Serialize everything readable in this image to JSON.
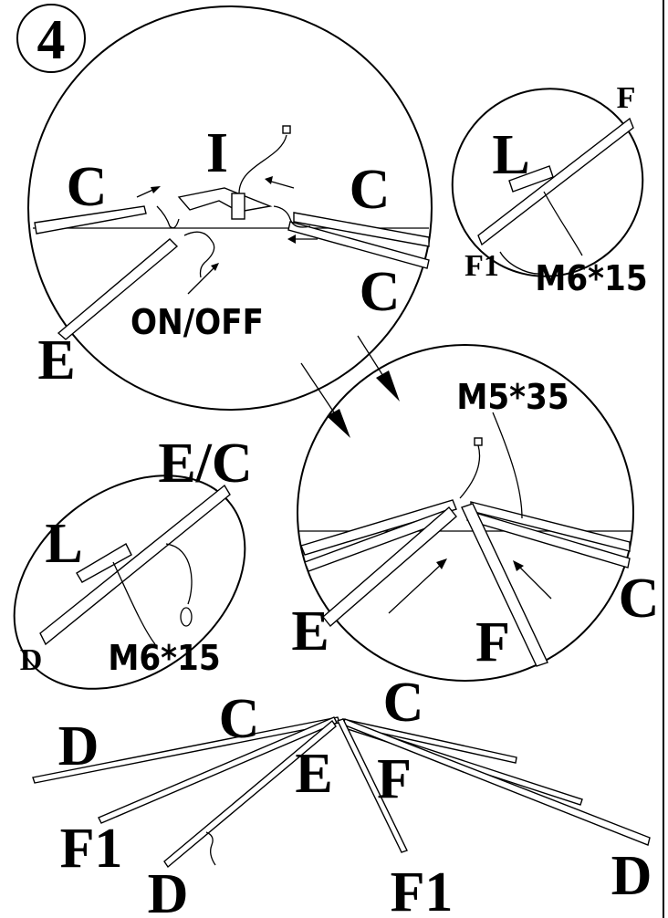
{
  "step": {
    "number": "4"
  },
  "top_circle": {
    "labels": {
      "c_left": "C",
      "c_right": "C",
      "c_lower_right": "C",
      "i": "I",
      "e": "E",
      "switch": "ON/OFF"
    }
  },
  "top_right_ellipse": {
    "labels": {
      "f": "F",
      "l": "L",
      "f1": "F1",
      "screw": "M6*15"
    }
  },
  "middle_left_ellipse": {
    "labels": {
      "ec": "E/C",
      "l": "L",
      "d": "D",
      "screw": "M6*15"
    }
  },
  "middle_right_circle": {
    "labels": {
      "screw": "M5*35",
      "e": "E",
      "f": "F",
      "c": "C"
    }
  },
  "bottom_assembly": {
    "labels": {
      "d_left": "D",
      "c_left": "C",
      "c_right": "C",
      "e": "E",
      "f": "F",
      "f1_left": "F1",
      "f1_center": "F1",
      "d_bottom": "D",
      "d_right": "D"
    }
  }
}
